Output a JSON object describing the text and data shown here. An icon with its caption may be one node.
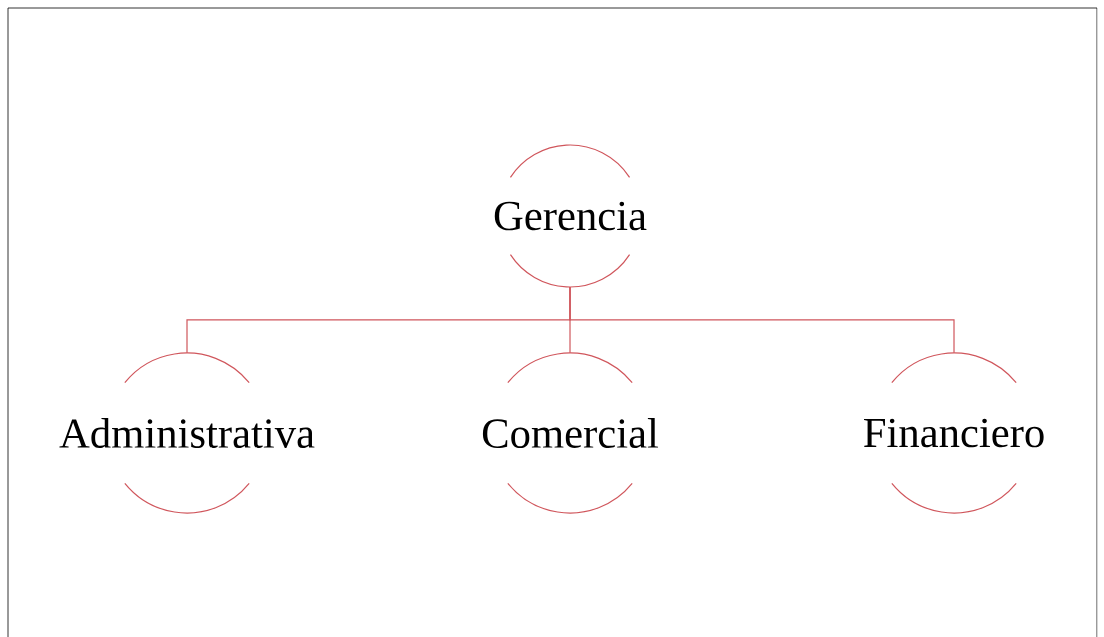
{
  "diagram": {
    "nodes": [
      {
        "text": [
          "Gerencia"
        ]
      },
      {
        "text": [
          "Administrativa"
        ]
      },
      {
        "text": [
          "Comercial"
        ]
      },
      {
        "text": [
          "Financiero"
        ]
      }
    ],
    "edges": [
      {
        "from": 0,
        "to": 1,
        "arrow": "none"
      },
      {
        "from": 0,
        "to": 2,
        "arrow": "none"
      },
      {
        "from": 0,
        "to": 3,
        "arrow": "none"
      }
    ]
  }
}
